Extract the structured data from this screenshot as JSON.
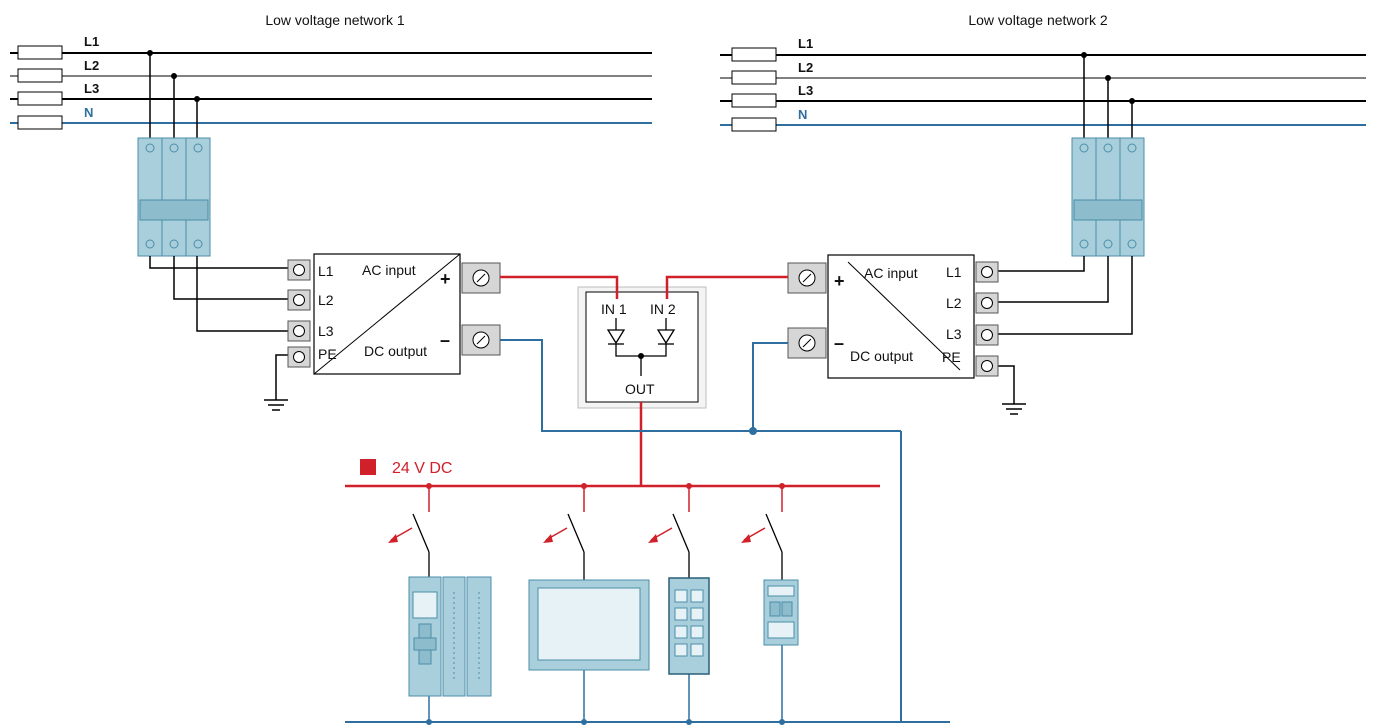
{
  "network1": {
    "title": "Low voltage network 1",
    "lines": [
      "L1",
      "L2",
      "L3",
      "N"
    ]
  },
  "network2": {
    "title": "Low voltage network 2",
    "lines": [
      "L1",
      "L2",
      "L3",
      "N"
    ]
  },
  "psu1": {
    "ac_input": "AC input",
    "dc_output": "DC output",
    "terminals": [
      "L1",
      "L2",
      "L3",
      "PE"
    ],
    "plus": "+",
    "minus": "–"
  },
  "psu2": {
    "ac_input": "AC input",
    "dc_output": "DC output",
    "terminals": [
      "L1",
      "L2",
      "L3",
      "PE"
    ],
    "plus": "+",
    "minus": "–"
  },
  "redundancy_module": {
    "in1": "IN 1",
    "in2": "IN 2",
    "out": "OUT"
  },
  "bus": {
    "label": "24 V DC"
  },
  "colors": {
    "positive": "#d0202a",
    "negative": "#2e6fa0",
    "device_fill": "#a9cfdc",
    "device_stroke": "#4b8ea8"
  }
}
